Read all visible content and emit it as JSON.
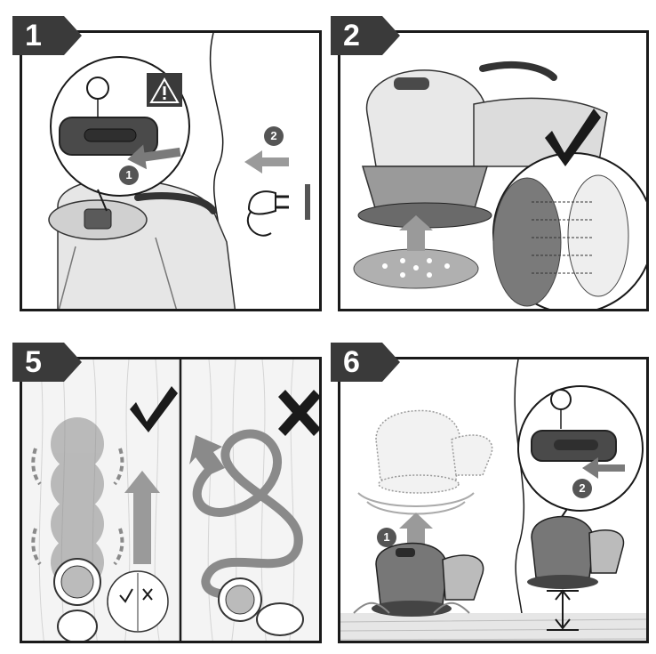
{
  "panels": [
    {
      "number": "1",
      "badges": {
        "step_a": "1",
        "step_b": "2"
      }
    },
    {
      "number": "2"
    },
    {
      "number": "5"
    },
    {
      "number": "6",
      "badges": {
        "step_a": "1",
        "step_b": "2"
      }
    }
  ],
  "colors": {
    "frame": "#1a1a1a",
    "tab": "#3a3a3a",
    "tool_dark": "#5a5a5a",
    "tool_mid": "#8c8c8c",
    "tool_light": "#d9d9d9",
    "arrow_gray": "#9a9a9a"
  },
  "icons": [
    "warning-icon",
    "lock-button-icon",
    "unplug-icon",
    "check-icon",
    "cross-icon",
    "arrow-up-icon",
    "double-arrow-icon"
  ]
}
